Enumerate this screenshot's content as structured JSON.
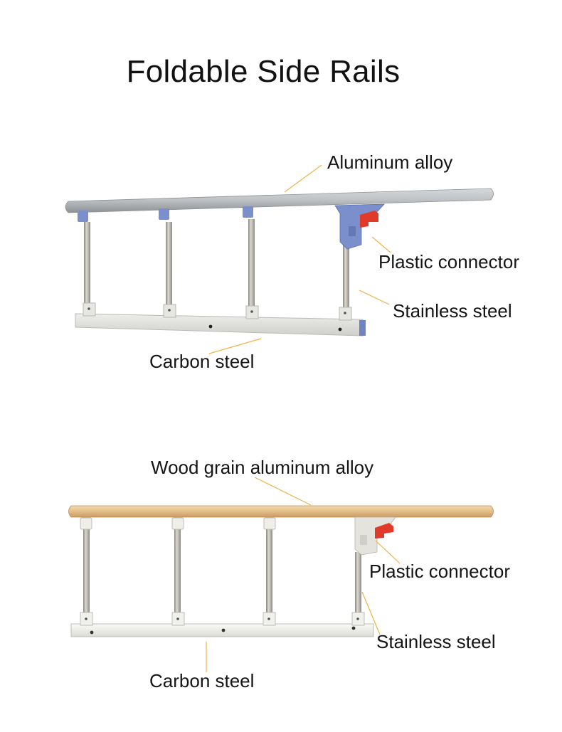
{
  "title": "Foldable Side Rails",
  "rail_1": {
    "labels": {
      "top_rail": "Aluminum alloy",
      "connector": "Plastic connector",
      "posts": "Stainless steel",
      "base": "Carbon steel"
    },
    "colors": {
      "top_rail": "#b9bdc0",
      "connector": "#7b8fcc",
      "latch": "#e03a2a",
      "base": "#e8e9e6",
      "post": "#b5b3ae"
    }
  },
  "rail_2": {
    "labels": {
      "top_rail": "Wood grain aluminum alloy",
      "connector": "Plastic connector",
      "posts": "Stainless steel",
      "base": "Carbon steel"
    },
    "colors": {
      "top_rail": "#e7c490",
      "connector": "#e4e3dd",
      "latch": "#e03a2a",
      "base": "#f1f1ee",
      "post": "#b5b3ae"
    }
  },
  "leader_color": "#f0b24a"
}
